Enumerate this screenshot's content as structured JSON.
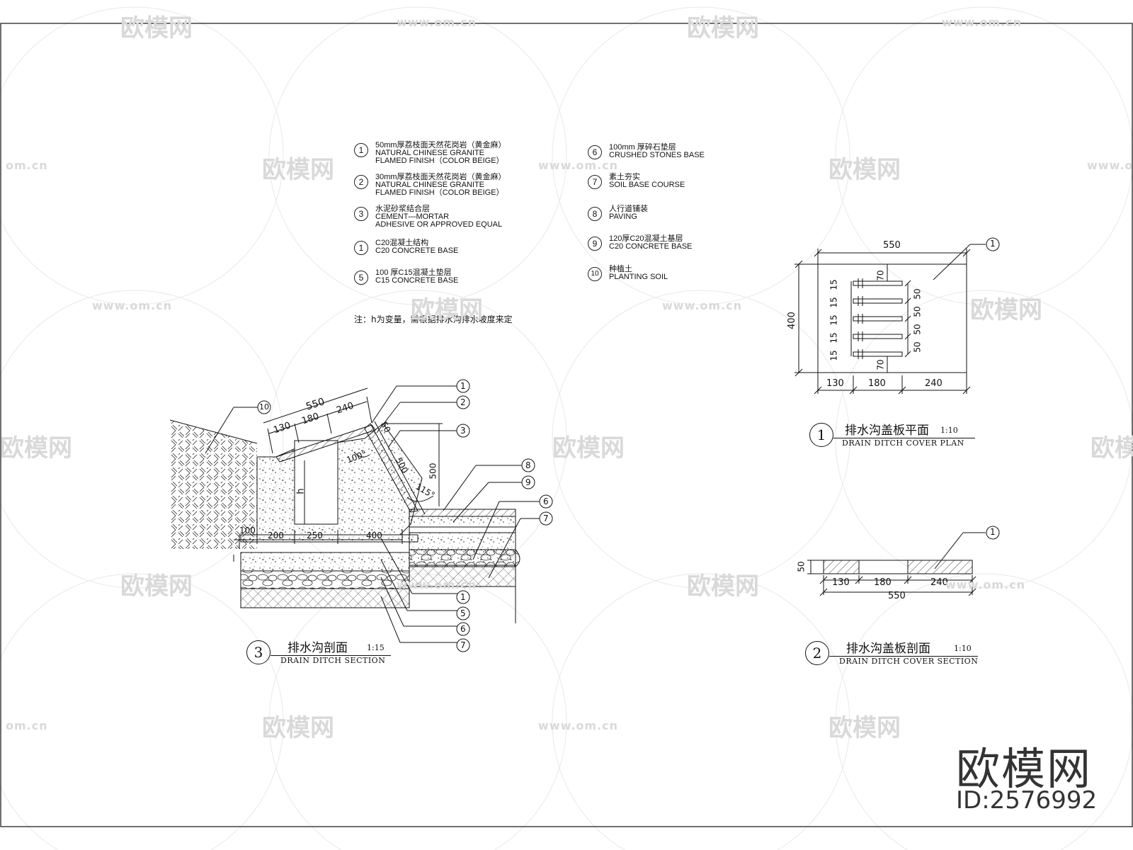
{
  "legend": [
    {
      "num": "1",
      "lines": [
        "50mm厚荔枝面天然花岗岩（黄金麻）",
        "NATURAL CHINESE GRANITE",
        "FLAMED FINISH（COLOR BEIGE）"
      ]
    },
    {
      "num": "2",
      "lines": [
        "30mm厚荔枝面天然花岗岩（黄金麻）",
        "NATURAL CHINESE GRANITE",
        "FLAMED FINISH（COLOR BEIGE）"
      ]
    },
    {
      "num": "3",
      "lines": [
        "水泥砂浆结合层",
        "CEMENT—MORTAR",
        "ADHESIVE OR APPROVED EQUAL"
      ]
    },
    {
      "num": "1",
      "lines": [
        "C20混凝土结构",
        "C20 CONCRETE BASE"
      ]
    },
    {
      "num": "5",
      "lines": [
        "100 厚C15混凝土垫层",
        "C15 CONCRETE BASE"
      ]
    },
    {
      "num": "6",
      "lines": [
        "100mm 厚碎石垫层",
        "CRUSHED STONES BASE"
      ]
    },
    {
      "num": "7",
      "lines": [
        "素土夯实",
        "SOIL BASE COURSE"
      ]
    },
    {
      "num": "8",
      "lines": [
        "人行道铺装",
        "PAVING"
      ]
    },
    {
      "num": "9",
      "lines": [
        "120厚C20混凝土基层",
        "C20 CONCRETE BASE"
      ]
    },
    {
      "num": "10",
      "lines": [
        "种植土",
        "PLANTING SOIL"
      ]
    }
  ],
  "note": "注：h为变量，需根据排水沟排水坡度来定",
  "drawings": {
    "plan": {
      "num": "1",
      "title_zh": "排水沟盖板平面",
      "scale": "1:10",
      "title_en": "DRAIN DITCH COVER PLAN",
      "dims": {
        "width": "550",
        "height": "400",
        "seg1": "130",
        "seg2": "180",
        "seg3": "240",
        "slot_w": "15",
        "slot_gap": "50",
        "end": "70",
        "callout": "1"
      }
    },
    "cover_section": {
      "num": "2",
      "title_zh": "排水沟盖板剖面",
      "scale": "1:10",
      "title_en": "DRAIN DITCH COVER SECTION",
      "dims": {
        "thick": "50",
        "seg1": "130",
        "seg2": "180",
        "seg3": "240",
        "total": "550",
        "callout": "1"
      }
    },
    "ditch_section": {
      "num": "3",
      "title_zh": "排水沟剖面",
      "scale": "1:15",
      "title_en": "DRAIN DITCH  SECTION",
      "dims": {
        "top_total": "550",
        "top1": "130",
        "top2": "180",
        "top3": "240",
        "d50": "50",
        "d500a": "500",
        "d500b": "500",
        "ang1": "100°",
        "ang2": "115°",
        "h": "h",
        "b1": "100",
        "b2": "200",
        "b3": "250",
        "b4": "400"
      },
      "callouts_right": [
        "1",
        "2",
        "3",
        "8",
        "9",
        "6",
        "7"
      ],
      "callouts_bottom": [
        "1",
        "5",
        "6",
        "7"
      ],
      "callout_left": "10"
    }
  },
  "watermark": {
    "brand": "欧模网",
    "id": "ID:2576992",
    "url": "www.om.cn",
    "url_short": "om.cn"
  }
}
